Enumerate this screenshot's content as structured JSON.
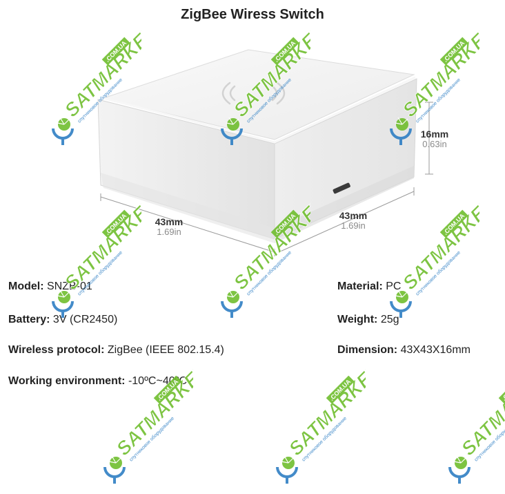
{
  "title": "ZigBee Wiress Switch",
  "dimensions": {
    "width": {
      "mm": "43mm",
      "inch": "1.69in"
    },
    "depth": {
      "mm": "43mm",
      "inch": "1.69in"
    },
    "height": {
      "mm": "16mm",
      "inch": "0.63in"
    }
  },
  "specs_left": [
    {
      "key": "Model:",
      "value": "SNZB-01"
    },
    {
      "key": "Battery:",
      "value": "3V (CR2450)"
    },
    {
      "key": "Wireless protocol:",
      "value": "ZigBee (IEEE 802.15.4)"
    },
    {
      "key": "Working environment:",
      "value": "-10ºC~40ºC"
    }
  ],
  "specs_right": [
    {
      "key": "Material:",
      "value": "PC"
    },
    {
      "key": "Weight:",
      "value": "25g"
    },
    {
      "key": "Dimension:",
      "value": "43X43X16mm"
    }
  ],
  "watermark": {
    "brand": "SATMARKET",
    "domain": ".COM.UA",
    "tagline": "спутниковое оборудование"
  },
  "colors": {
    "watermark_green": "#6fbe2e",
    "watermark_blue": "#2f7fc4"
  }
}
